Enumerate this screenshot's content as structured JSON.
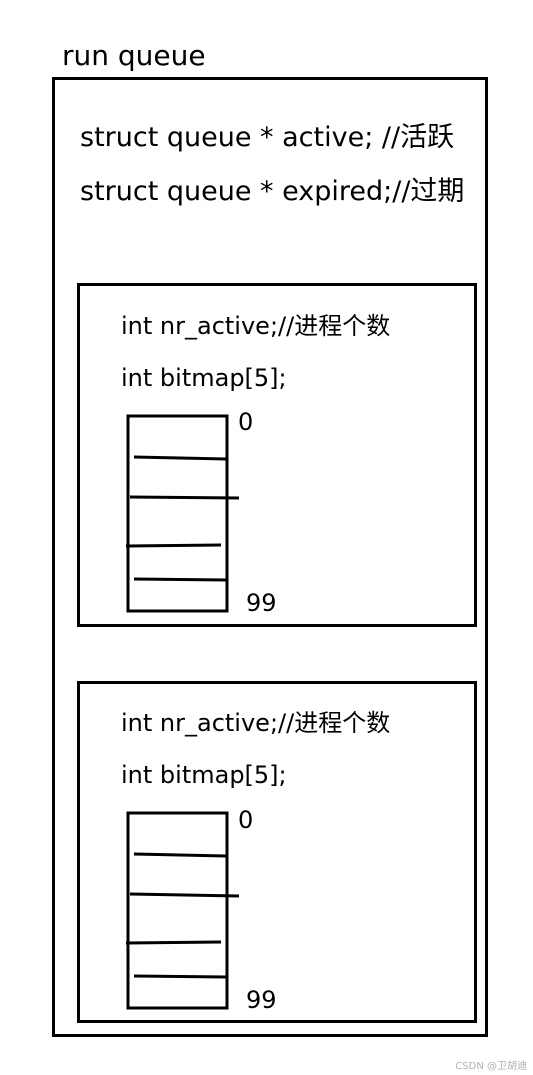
{
  "title": "run queue",
  "outer": {
    "field_active": "struct queue * active; //活跃",
    "field_expired": "struct queue * expired;//过期"
  },
  "queues": [
    {
      "nr_active": "int nr_active;//进程个数",
      "bitmap": "int bitmap[5];",
      "index_start": "0",
      "index_end": "99"
    },
    {
      "nr_active": "int nr_active;//进程个数",
      "bitmap": "int bitmap[5];",
      "index_start": "0",
      "index_end": "99"
    }
  ],
  "watermark": "CSDN @卫胡迪"
}
